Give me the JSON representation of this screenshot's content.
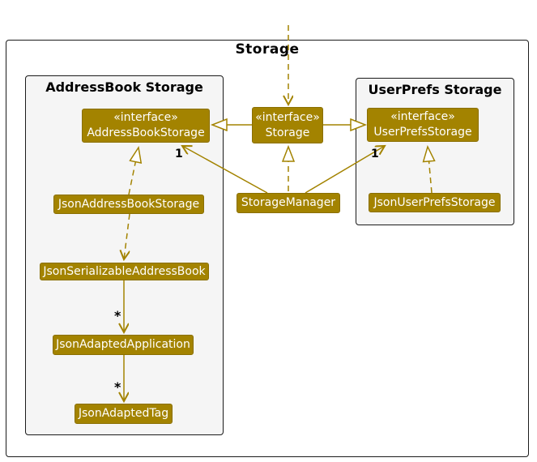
{
  "diagram": {
    "title": "Storage",
    "packages": {
      "address_book": {
        "label": "AddressBook Storage"
      },
      "user_prefs": {
        "label": "UserPrefs Storage"
      }
    },
    "classes": {
      "address_book_storage": {
        "stereotype": "«interface»",
        "name": "AddressBookStorage"
      },
      "storage": {
        "stereotype": "«interface»",
        "name": "Storage"
      },
      "user_prefs_storage": {
        "stereotype": "«interface»",
        "name": "UserPrefsStorage"
      },
      "json_address_book_storage": {
        "name": "JsonAddressBookStorage"
      },
      "storage_manager": {
        "name": "StorageManager"
      },
      "json_user_prefs_storage": {
        "name": "JsonUserPrefsStorage"
      },
      "json_serializable_address_book": {
        "name": "JsonSerializableAddressBook"
      },
      "json_adapted_application": {
        "name": "JsonAdaptedApplication"
      },
      "json_adapted_tag": {
        "name": "JsonAdaptedTag"
      }
    },
    "multiplicities": {
      "storage_manager_to_address_book_storage": "1",
      "storage_manager_to_user_prefs_storage": "1",
      "serializable_to_adapted_application": "*",
      "adapted_application_to_adapted_tag": "*"
    },
    "relationships": [
      {
        "from": "(external)",
        "to": "Storage",
        "type": "dashed-dependency-arrow"
      },
      {
        "from": "Storage",
        "to": "AddressBookStorage",
        "type": "interface-extension"
      },
      {
        "from": "Storage",
        "to": "UserPrefsStorage",
        "type": "interface-extension"
      },
      {
        "from": "StorageManager",
        "to": "Storage",
        "type": "dashed-realization"
      },
      {
        "from": "StorageManager",
        "to": "AddressBookStorage",
        "type": "association",
        "label": "1"
      },
      {
        "from": "StorageManager",
        "to": "UserPrefsStorage",
        "type": "association",
        "label": "1"
      },
      {
        "from": "JsonAddressBookStorage",
        "to": "AddressBookStorage",
        "type": "dashed-realization"
      },
      {
        "from": "JsonUserPrefsStorage",
        "to": "UserPrefsStorage",
        "type": "dashed-realization"
      },
      {
        "from": "JsonAddressBookStorage",
        "to": "JsonSerializableAddressBook",
        "type": "dashed-dependency-arrow"
      },
      {
        "from": "JsonSerializableAddressBook",
        "to": "JsonAdaptedApplication",
        "type": "association",
        "label": "*"
      },
      {
        "from": "JsonAdaptedApplication",
        "to": "JsonAdaptedTag",
        "type": "association",
        "label": "*"
      }
    ],
    "colors": {
      "storage_gold": "#A38300",
      "package_background": "#F5F5F5",
      "border_black": "#1B1B1B",
      "box_text": "#FFFFFF"
    }
  }
}
